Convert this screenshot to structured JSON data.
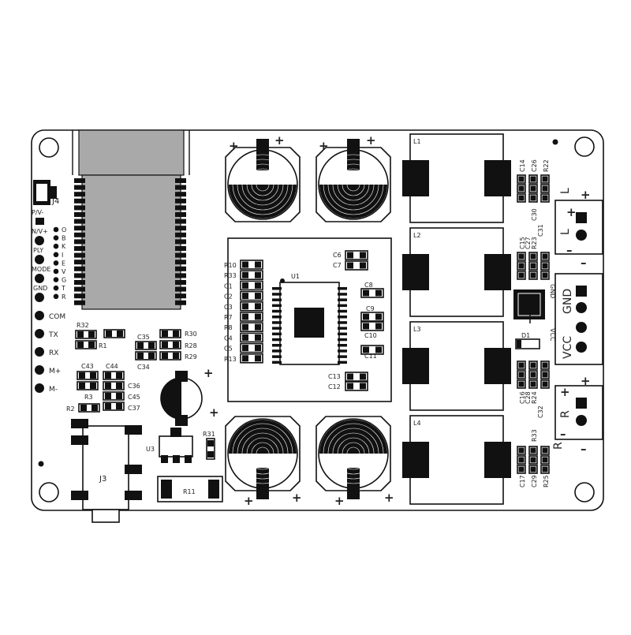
{
  "board": {
    "module": "J4",
    "header_labels": [
      "P/V-",
      "N/V+",
      "PLY",
      "MODE",
      "GND"
    ],
    "header_pins": [
      "O",
      "B",
      "K",
      "I",
      "E",
      "V",
      "G",
      "T",
      "R"
    ],
    "serial_labels": [
      "COM",
      "TX",
      "RX",
      "M+",
      "M-"
    ]
  },
  "components": {
    "resistors_left": [
      "R32",
      "R1",
      "R30",
      "R28",
      "R29",
      "R3",
      "R2",
      "R31",
      "R11"
    ],
    "caps_left": [
      "C35",
      "C34",
      "C43",
      "C44",
      "C36",
      "C45",
      "C37"
    ],
    "jack": "J3",
    "regulator": "U3",
    "chip": "U1",
    "chip_left": [
      "R10",
      "R33",
      "C1",
      "C2",
      "C3",
      "R7",
      "R8",
      "C4",
      "C5",
      "R13"
    ],
    "chip_right": [
      "C6",
      "C7",
      "C8",
      "C9",
      "C10",
      "C11",
      "C13",
      "C12"
    ],
    "inductors": [
      "L1",
      "L2",
      "L3",
      "L4"
    ],
    "right_caps_top": [
      "C14",
      "C26",
      "R22"
    ],
    "right_caps_top2": [
      "C30",
      "C15",
      "C27",
      "R23",
      "C31"
    ],
    "right_caps_bottom": [
      "C16",
      "C28",
      "R24",
      "C32",
      "R33"
    ],
    "right_caps_bottom2": [
      "C17",
      "C29",
      "R25"
    ],
    "diode": "D1"
  },
  "terminals": {
    "left": {
      "label": "L",
      "plus": "+",
      "minus": "–"
    },
    "power": {
      "vcc": "VCC",
      "gnd": "GND"
    },
    "right": {
      "label": "R",
      "plus": "+",
      "minus": "–"
    },
    "vcc_side": "VCC",
    "gnd_side": "GND"
  },
  "symbols": {
    "plus": "+"
  }
}
